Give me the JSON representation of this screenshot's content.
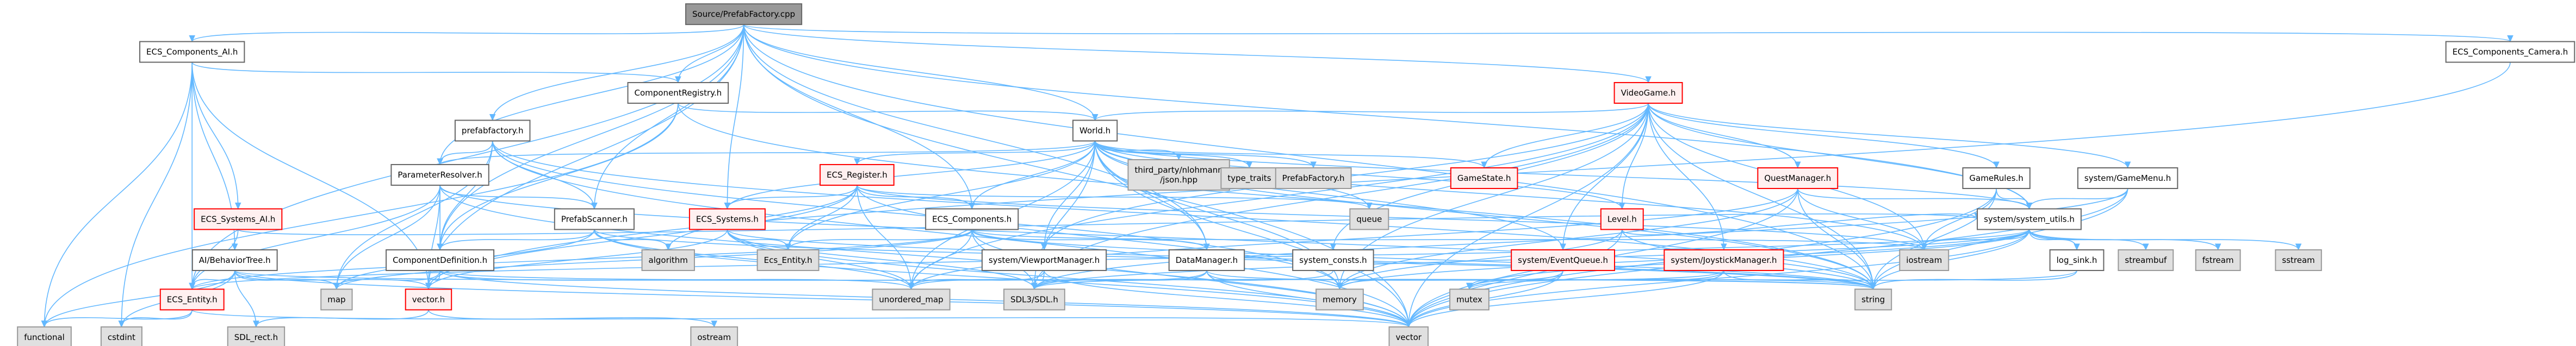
{
  "diagram": {
    "title": "Source/PrefabFactory.cpp",
    "type": "include-dependency-graph",
    "colors": {
      "edge": "#63b8ff",
      "root_fill": "#999999",
      "root_border": "#666666",
      "project_fill": "#ffffff",
      "project_border": "#666666",
      "incomplete_fill": "#fff0f0",
      "incomplete_border": "#ff0000",
      "system_fill": "#e0e0e0",
      "system_border": "#999999"
    },
    "nodes": [
      {
        "id": "root",
        "label": "Source/PrefabFactory.cpp",
        "kind": "root"
      },
      {
        "id": "ecs_comp_ai",
        "label": "ECS_Components_AI.h",
        "kind": "project"
      },
      {
        "id": "ecs_comp_cam",
        "label": "ECS_Components_Camera.h",
        "kind": "project"
      },
      {
        "id": "comp_registry",
        "label": "ComponentRegistry.h",
        "kind": "project"
      },
      {
        "id": "videogame",
        "label": "VideoGame.h",
        "kind": "incomplete"
      },
      {
        "id": "prefabfactory_h",
        "label": "prefabfactory.h",
        "kind": "project"
      },
      {
        "id": "world",
        "label": "World.h",
        "kind": "project"
      },
      {
        "id": "param_resolver",
        "label": "ParameterResolver.h",
        "kind": "project"
      },
      {
        "id": "ecs_register",
        "label": "ECS_Register.h",
        "kind": "incomplete"
      },
      {
        "id": "json",
        "label": "third_party/nlohmann\n/json.hpp",
        "kind": "system"
      },
      {
        "id": "type_traits",
        "label": "type_traits",
        "kind": "system"
      },
      {
        "id": "PrefabFactory_H",
        "label": "PrefabFactory.h",
        "kind": "system"
      },
      {
        "id": "gamestate",
        "label": "GameState.h",
        "kind": "incomplete"
      },
      {
        "id": "questmanager",
        "label": "QuestManager.h",
        "kind": "incomplete"
      },
      {
        "id": "gamerules",
        "label": "GameRules.h",
        "kind": "project"
      },
      {
        "id": "gamemenu",
        "label": "system/GameMenu.h",
        "kind": "project"
      },
      {
        "id": "ecs_systems_ai",
        "label": "ECS_Systems_AI.h",
        "kind": "incomplete"
      },
      {
        "id": "prefabscanner",
        "label": "PrefabScanner.h",
        "kind": "project"
      },
      {
        "id": "ecs_systems",
        "label": "ECS_Systems.h",
        "kind": "incomplete"
      },
      {
        "id": "ecs_components",
        "label": "ECS_Components.h",
        "kind": "project"
      },
      {
        "id": "queue",
        "label": "queue",
        "kind": "system"
      },
      {
        "id": "level",
        "label": "Level.h",
        "kind": "incomplete"
      },
      {
        "id": "system_utils",
        "label": "system/system_utils.h",
        "kind": "project"
      },
      {
        "id": "behaviortree",
        "label": "AI/BehaviorTree.h",
        "kind": "project"
      },
      {
        "id": "comp_definition",
        "label": "ComponentDefinition.h",
        "kind": "project"
      },
      {
        "id": "algorithm",
        "label": "algorithm",
        "kind": "system"
      },
      {
        "id": "ecs_entity_sys",
        "label": "Ecs_Entity.h",
        "kind": "system"
      },
      {
        "id": "viewport",
        "label": "system/ViewportManager.h",
        "kind": "project"
      },
      {
        "id": "datamanager",
        "label": "DataManager.h",
        "kind": "project"
      },
      {
        "id": "system_consts",
        "label": "system_consts.h",
        "kind": "project"
      },
      {
        "id": "eventqueue",
        "label": "system/EventQueue.h",
        "kind": "incomplete"
      },
      {
        "id": "joystick",
        "label": "system/JoystickManager.h",
        "kind": "incomplete"
      },
      {
        "id": "iostream",
        "label": "iostream",
        "kind": "system"
      },
      {
        "id": "log_sink",
        "label": "log_sink.h",
        "kind": "project"
      },
      {
        "id": "streambuf",
        "label": "streambuf",
        "kind": "system"
      },
      {
        "id": "fstream",
        "label": "fstream",
        "kind": "system"
      },
      {
        "id": "sstream",
        "label": "sstream",
        "kind": "system"
      },
      {
        "id": "ecs_entity",
        "label": "ECS_Entity.h",
        "kind": "incomplete"
      },
      {
        "id": "map",
        "label": "map",
        "kind": "system"
      },
      {
        "id": "vector_h",
        "label": "vector.h",
        "kind": "incomplete"
      },
      {
        "id": "unordered_map",
        "label": "unordered_map",
        "kind": "system"
      },
      {
        "id": "sdl",
        "label": "SDL3/SDL.h",
        "kind": "system"
      },
      {
        "id": "memory",
        "label": "memory",
        "kind": "system"
      },
      {
        "id": "mutex",
        "label": "mutex",
        "kind": "system"
      },
      {
        "id": "string",
        "label": "string",
        "kind": "system"
      },
      {
        "id": "functional",
        "label": "functional",
        "kind": "system"
      },
      {
        "id": "cstdint",
        "label": "cstdint",
        "kind": "system"
      },
      {
        "id": "sdl_rect",
        "label": "SDL_rect.h",
        "kind": "system"
      },
      {
        "id": "ostream",
        "label": "ostream",
        "kind": "system"
      },
      {
        "id": "vector",
        "label": "vector",
        "kind": "system"
      }
    ],
    "edges": [
      [
        "root",
        "ecs_comp_ai"
      ],
      [
        "root",
        "ecs_comp_cam"
      ],
      [
        "root",
        "comp_registry"
      ],
      [
        "root",
        "videogame"
      ],
      [
        "root",
        "prefabfactory_h"
      ],
      [
        "root",
        "world"
      ],
      [
        "root",
        "param_resolver"
      ],
      [
        "root",
        "prefabscanner"
      ],
      [
        "root",
        "comp_definition"
      ],
      [
        "root",
        "ecs_systems"
      ],
      [
        "root",
        "ecs_components"
      ],
      [
        "root",
        "system_utils"
      ],
      [
        "root",
        "ecs_entity"
      ],
      [
        "root",
        "datamanager"
      ],
      [
        "root",
        "vector_h"
      ],
      [
        "root",
        "string"
      ],
      [
        "root",
        "vector"
      ],
      [
        "ecs_comp_ai",
        "ecs_systems_ai"
      ],
      [
        "ecs_comp_ai",
        "ecs_entity"
      ],
      [
        "ecs_comp_ai",
        "behaviortree"
      ],
      [
        "ecs_comp_ai",
        "functional"
      ],
      [
        "ecs_comp_ai",
        "cstdint"
      ],
      [
        "ecs_comp_ai",
        "vector_h"
      ],
      [
        "ecs_comp_ai",
        "comp_registry"
      ],
      [
        "ecs_systems_ai",
        "ecs_entity"
      ],
      [
        "ecs_systems_ai",
        "system_utils"
      ],
      [
        "behaviortree",
        "ecs_entity"
      ],
      [
        "behaviortree",
        "cstdint"
      ],
      [
        "behaviortree",
        "sdl_rect"
      ],
      [
        "behaviortree",
        "map"
      ],
      [
        "behaviortree",
        "vector_h"
      ],
      [
        "behaviortree",
        "string"
      ],
      [
        "behaviortree",
        "vector"
      ],
      [
        "behaviortree",
        "functional"
      ],
      [
        "ecs_entity",
        "functional"
      ],
      [
        "ecs_entity",
        "cstdint"
      ],
      [
        "ecs_entity",
        "vector"
      ],
      [
        "comp_registry",
        "comp_definition"
      ],
      [
        "comp_registry",
        "world"
      ],
      [
        "comp_registry",
        "string"
      ],
      [
        "comp_registry",
        "functional"
      ],
      [
        "prefabfactory_h",
        "param_resolver"
      ],
      [
        "prefabfactory_h",
        "prefabscanner"
      ],
      [
        "prefabfactory_h",
        "comp_definition"
      ],
      [
        "prefabfactory_h",
        "map"
      ],
      [
        "prefabfactory_h",
        "string"
      ],
      [
        "prefabfactory_h",
        "vector"
      ],
      [
        "prefabfactory_h",
        "memory"
      ],
      [
        "param_resolver",
        "prefabscanner"
      ],
      [
        "param_resolver",
        "comp_definition"
      ],
      [
        "param_resolver",
        "map"
      ],
      [
        "param_resolver",
        "vector_h"
      ],
      [
        "param_resolver",
        "vector"
      ],
      [
        "param_resolver",
        "string"
      ],
      [
        "param_resolver",
        "ecs_entity"
      ],
      [
        "prefabscanner",
        "comp_definition"
      ],
      [
        "prefabscanner",
        "algorithm"
      ],
      [
        "prefabscanner",
        "map"
      ],
      [
        "prefabscanner",
        "string"
      ],
      [
        "prefabscanner",
        "vector"
      ],
      [
        "prefabscanner",
        "unordered_map"
      ],
      [
        "comp_definition",
        "map"
      ],
      [
        "comp_definition",
        "vector_h"
      ],
      [
        "comp_definition",
        "string"
      ],
      [
        "comp_definition",
        "vector"
      ],
      [
        "comp_definition",
        "unordered_map"
      ],
      [
        "vector_h",
        "sdl_rect"
      ],
      [
        "vector_h",
        "ostream"
      ],
      [
        "world",
        "param_resolver"
      ],
      [
        "world",
        "ecs_register"
      ],
      [
        "world",
        "json"
      ],
      [
        "world",
        "type_traits"
      ],
      [
        "world",
        "PrefabFactory_H"
      ],
      [
        "world",
        "gamestate"
      ],
      [
        "world",
        "ecs_systems"
      ],
      [
        "world",
        "ecs_components"
      ],
      [
        "world",
        "queue"
      ],
      [
        "world",
        "level"
      ],
      [
        "world",
        "system_utils"
      ],
      [
        "world",
        "viewport"
      ],
      [
        "world",
        "datamanager"
      ],
      [
        "world",
        "eventqueue"
      ],
      [
        "world",
        "ecs_entity_sys"
      ],
      [
        "world",
        "unordered_map"
      ],
      [
        "world",
        "memory"
      ],
      [
        "world",
        "iostream"
      ],
      [
        "world",
        "string"
      ],
      [
        "world",
        "vector"
      ],
      [
        "world",
        "sdl"
      ],
      [
        "ecs_register",
        "ecs_systems"
      ],
      [
        "ecs_register",
        "ecs_components"
      ],
      [
        "ecs_register",
        "ecs_entity_sys"
      ],
      [
        "ecs_register",
        "algorithm"
      ],
      [
        "ecs_register",
        "unordered_map"
      ],
      [
        "ecs_register",
        "memory"
      ],
      [
        "ecs_register",
        "iostream"
      ],
      [
        "ecs_register",
        "queue"
      ],
      [
        "ecs_register",
        "vector_h"
      ],
      [
        "ecs_systems",
        "ecs_entity_sys"
      ],
      [
        "ecs_systems",
        "vector_h"
      ],
      [
        "ecs_systems",
        "unordered_map"
      ],
      [
        "ecs_systems",
        "sdl"
      ],
      [
        "ecs_systems",
        "string"
      ],
      [
        "ecs_systems",
        "vector"
      ],
      [
        "ecs_components",
        "ecs_entity_sys"
      ],
      [
        "ecs_components",
        "unordered_map"
      ],
      [
        "ecs_components",
        "sdl"
      ],
      [
        "ecs_components",
        "iostream"
      ],
      [
        "ecs_components",
        "string"
      ],
      [
        "ecs_components",
        "vector"
      ],
      [
        "ecs_components",
        "ecs_entity"
      ],
      [
        "ecs_components",
        "datamanager"
      ],
      [
        "ecs_components",
        "map"
      ],
      [
        "viewport",
        "unordered_map"
      ],
      [
        "viewport",
        "sdl"
      ],
      [
        "viewport",
        "vector"
      ],
      [
        "datamanager",
        "sdl"
      ],
      [
        "datamanager",
        "unordered_map"
      ],
      [
        "datamanager",
        "vector"
      ],
      [
        "datamanager",
        "string"
      ],
      [
        "datamanager",
        "memory"
      ],
      [
        "system_consts",
        "sdl"
      ],
      [
        "videogame",
        "gamestate"
      ],
      [
        "videogame",
        "questmanager"
      ],
      [
        "videogame",
        "gamerules"
      ],
      [
        "videogame",
        "gamemenu"
      ],
      [
        "videogame",
        "world"
      ],
      [
        "videogame",
        "level"
      ],
      [
        "videogame",
        "eventqueue"
      ],
      [
        "videogame",
        "joystick"
      ],
      [
        "videogame",
        "system_utils"
      ],
      [
        "videogame",
        "viewport"
      ],
      [
        "videogame",
        "memory"
      ],
      [
        "videogame",
        "string"
      ],
      [
        "videogame",
        "vector"
      ],
      [
        "videogame",
        "iostream"
      ],
      [
        "videogame",
        "unordered_map"
      ],
      [
        "videogame",
        "sdl"
      ],
      [
        "videogame",
        "system_consts"
      ],
      [
        "questmanager",
        "system_utils"
      ],
      [
        "questmanager",
        "iostream"
      ],
      [
        "questmanager",
        "string"
      ],
      [
        "questmanager",
        "memory"
      ],
      [
        "questmanager",
        "vector"
      ],
      [
        "questmanager",
        "unordered_map"
      ],
      [
        "gamerules",
        "system_utils"
      ],
      [
        "gamerules",
        "iostream"
      ],
      [
        "gamerules",
        "string"
      ],
      [
        "gamerules",
        "vector"
      ],
      [
        "gamemenu",
        "system_utils"
      ],
      [
        "gamemenu",
        "string"
      ],
      [
        "gamemenu",
        "vector"
      ],
      [
        "gamemenu",
        "sdl"
      ],
      [
        "level",
        "system_utils"
      ],
      [
        "level",
        "string"
      ],
      [
        "level",
        "vector"
      ],
      [
        "level",
        "memory"
      ],
      [
        "system_utils",
        "iostream"
      ],
      [
        "system_utils",
        "log_sink"
      ],
      [
        "system_utils",
        "streambuf"
      ],
      [
        "system_utils",
        "fstream"
      ],
      [
        "system_utils",
        "sstream"
      ],
      [
        "system_utils",
        "string"
      ],
      [
        "system_utils",
        "vector"
      ],
      [
        "system_utils",
        "mutex"
      ],
      [
        "system_utils",
        "ecs_entity"
      ],
      [
        "system_utils",
        "sdl"
      ],
      [
        "system_utils",
        "memory"
      ],
      [
        "log_sink",
        "string"
      ],
      [
        "log_sink",
        "mutex"
      ],
      [
        "eventqueue",
        "mutex"
      ],
      [
        "eventqueue",
        "vector"
      ],
      [
        "eventqueue",
        "memory"
      ],
      [
        "joystick",
        "mutex"
      ],
      [
        "joystick",
        "vector"
      ],
      [
        "joystick",
        "sdl"
      ],
      [
        "joystick",
        "string"
      ],
      [
        "ecs_comp_cam",
        "vector_h"
      ]
    ]
  }
}
